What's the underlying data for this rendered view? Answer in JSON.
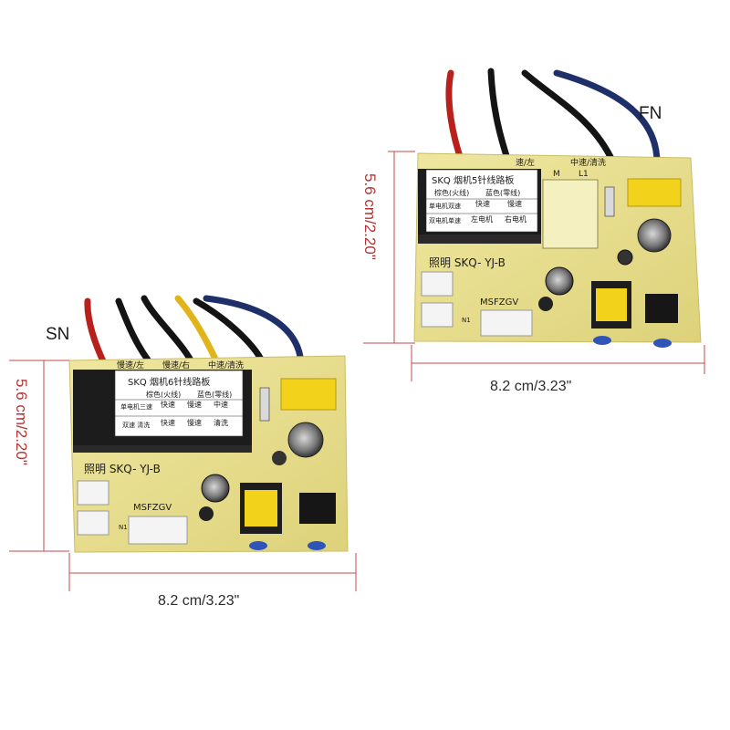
{
  "labels": {
    "right_board_name": "FN",
    "left_board_name": "SN",
    "right_width": "8.2 cm/3.23\"",
    "right_height": "5.6 cm/2.20\"",
    "left_width": "8.2 cm/3.23\"",
    "left_height": "5.6 cm/2.20\""
  },
  "right_board": {
    "sticker_title": "SKQ 烟机5针线路板",
    "sticker_sub1": "棕色(火线)",
    "sticker_sub2": "蓝色(零线)",
    "row1_label": "单电机双速",
    "row1_a": "快速",
    "row1_b": "慢速",
    "row2_label": "双电机单速",
    "row2_a": "左电机",
    "row2_b": "右电机",
    "silk_top_left": "速/左",
    "silk_top_mid": "中速/清洗",
    "silk_m": "M",
    "silk_l1": "L1",
    "silk_model": "照明 SKQ- YJ-B",
    "silk_pins": "MSFZGV",
    "silk_n1": "N1"
  },
  "left_board": {
    "sticker_title": "SKQ 烟机6针线路板",
    "sticker_sub1": "棕色(火线)",
    "sticker_sub2": "蓝色(零线)",
    "row1_label": "单电机三速",
    "row1_a": "快速",
    "row1_b": "慢速",
    "row1_c": "中速",
    "row2_label": "双速 清洗",
    "row2_a": "快速",
    "row2_b": "慢速",
    "row2_c": "清洗",
    "silk_top_left": "慢速/左",
    "silk_top_mid": "慢速/右",
    "silk_top_right": "中速/清洗",
    "silk_model": "照明 SKQ- YJ-B",
    "silk_pins": "MSFZGV",
    "silk_n1": "N1"
  },
  "colors": {
    "pcb": "#e8df8c",
    "relay": "#1c1c1c",
    "capacitor_yellow": "#f2d21a",
    "wire_red": "#b8201c",
    "wire_black": "#141414",
    "wire_blue": "#1f2f6a",
    "wire_yellow": "#e0b41a",
    "dimension_red": "#b03636"
  }
}
